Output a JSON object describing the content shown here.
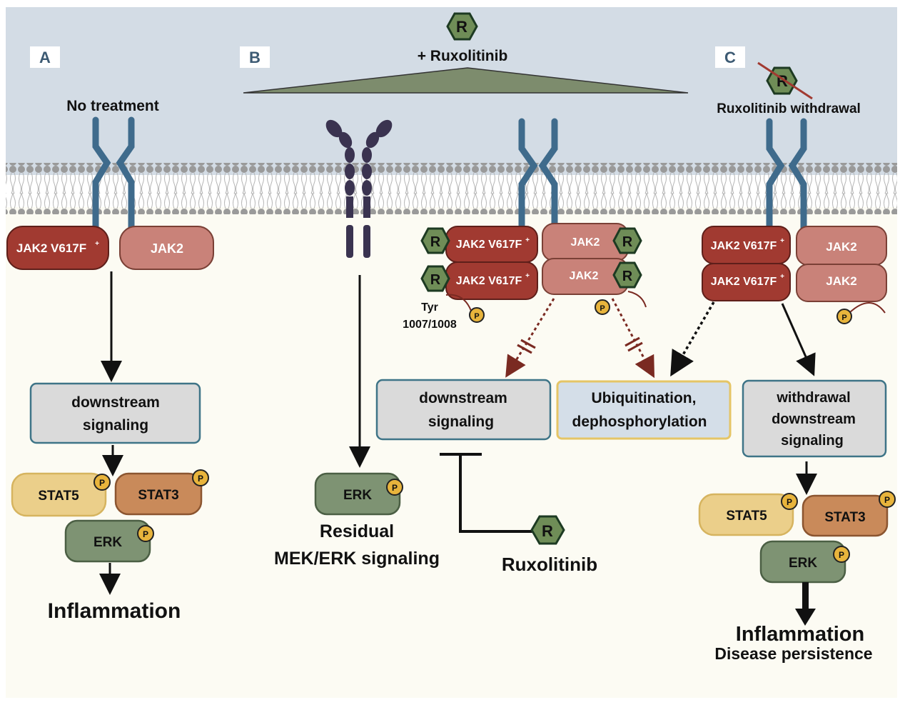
{
  "panels": {
    "a": {
      "letter": "A",
      "title": "No treatment"
    },
    "b": {
      "letter": "B",
      "title": "+ Ruxolitinib"
    },
    "c": {
      "letter": "C",
      "title": "Ruxolitinib withdrawal"
    }
  },
  "drug_symbol": "R",
  "phospho_symbol": "P",
  "proteins": {
    "jak2_mutant": "JAK2 V617F",
    "mutant_superscript": "+",
    "jak2": "JAK2",
    "stat5": "STAT5",
    "stat3": "STAT3",
    "erk": "ERK"
  },
  "boxes": {
    "a_signaling": [
      "downstream",
      "signaling"
    ],
    "b_signaling": [
      "downstream",
      "signaling"
    ],
    "b_ubiquitination": [
      "Ubiquitination,",
      "dephosphorylation"
    ],
    "c_signaling": [
      "withdrawal",
      "downstream",
      "signaling"
    ]
  },
  "labels": {
    "tyr_site": [
      "Tyr",
      "1007/1008"
    ],
    "residual": [
      "Residual",
      "MEK/ERK signaling"
    ],
    "inhibitor": "Ruxolitinib",
    "a_outcome": "Inflammation",
    "c_outcome": [
      "Inflammation",
      "Disease persistence"
    ]
  },
  "colors": {
    "extracellular": "#d3dce5",
    "cytoplasm": "#fcfbf3",
    "receptor": "#3f6b8c",
    "jak2_mutant": "#a13a31",
    "jak2": "#c98279",
    "drug": "#6f8d57",
    "phospho": "#e8b43c",
    "stat5": "#ebcf8a",
    "stat3": "#c98a5a",
    "erk": "#7e9373",
    "signal_box": "#dadada",
    "signal_border": "#3e7487",
    "ubiq_box": "#d4dee8",
    "ubiq_border": "#e5c566",
    "dimer_receptor": "#3a3350",
    "inhibited_arrow": "#7a2a22"
  }
}
